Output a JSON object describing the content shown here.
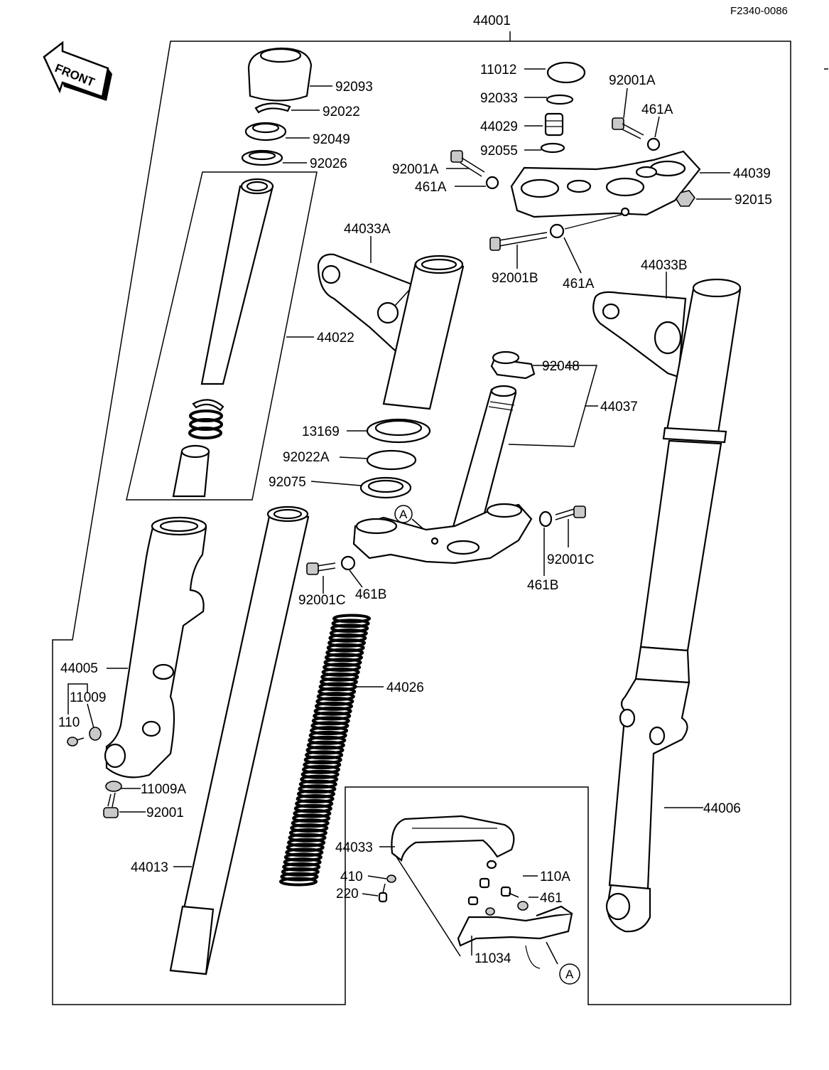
{
  "diagram": {
    "reference_code": "F2340-0086",
    "front_arrow_label": "FRONT",
    "callout_marker": "A",
    "parts": {
      "p44001": "44001",
      "p11012": "11012",
      "p92093": "92093",
      "p92001A_top": "92001A",
      "p92033": "92033",
      "p92022": "92022",
      "p461A_top": "461A",
      "p44029": "44029",
      "p92049": "92049",
      "p92055": "92055",
      "p92026": "92026",
      "p92001A_left": "92001A",
      "p44039": "44039",
      "p461A_left": "461A",
      "p92015": "92015",
      "p44033A": "44033A",
      "p92001B": "92001B",
      "p461A_mid": "461A",
      "p44033B": "44033B",
      "p44022": "44022",
      "p92048": "92048",
      "p44037": "44037",
      "p13169": "13169",
      "p92022A": "92022A",
      "p92075": "92075",
      "p92001C_right": "92001C",
      "p461B_right": "461B",
      "p92001C_left": "92001C",
      "p461B_left": "461B",
      "p44005": "44005",
      "p11009": "11009",
      "p110": "110",
      "p44026": "44026",
      "p11009A": "11009A",
      "p92001": "92001",
      "p44006": "44006",
      "p44033": "44033",
      "p44013": "44013",
      "p410": "410",
      "p110A": "110A",
      "p220": "220",
      "p461": "461",
      "p11034": "11034"
    }
  }
}
